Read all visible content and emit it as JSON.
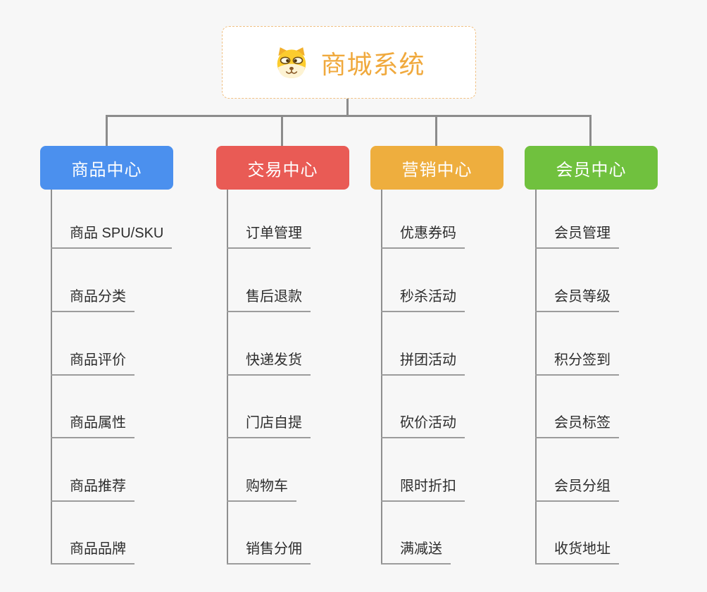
{
  "root": {
    "title": "商城系统",
    "icon": "dog-face-icon"
  },
  "branches": [
    {
      "label": "商品中心",
      "color": "#4b90ee",
      "children": [
        "商品 SPU/SKU",
        "商品分类",
        "商品评价",
        "商品属性",
        "商品推荐",
        "商品品牌"
      ]
    },
    {
      "label": "交易中心",
      "color": "#e95b55",
      "children": [
        "订单管理",
        "售后退款",
        "快递发货",
        "门店自提",
        "购物车",
        "销售分佣"
      ]
    },
    {
      "label": "营销中心",
      "color": "#eeae3e",
      "children": [
        "优惠券码",
        "秒杀活动",
        "拼团活动",
        "砍价活动",
        "限时折扣",
        "满减送"
      ]
    },
    {
      "label": "会员中心",
      "color": "#70c13e",
      "children": [
        "会员管理",
        "会员等级",
        "积分签到",
        "会员标签",
        "会员分组",
        "收货地址"
      ]
    }
  ],
  "colors": {
    "background": "#f7f7f7",
    "connector_line": "#8c8c8c",
    "child_underline": "#9c9c9c",
    "root_text": "#f0a93d",
    "root_border": "#f0c083",
    "child_text": "#2d2d2d"
  }
}
